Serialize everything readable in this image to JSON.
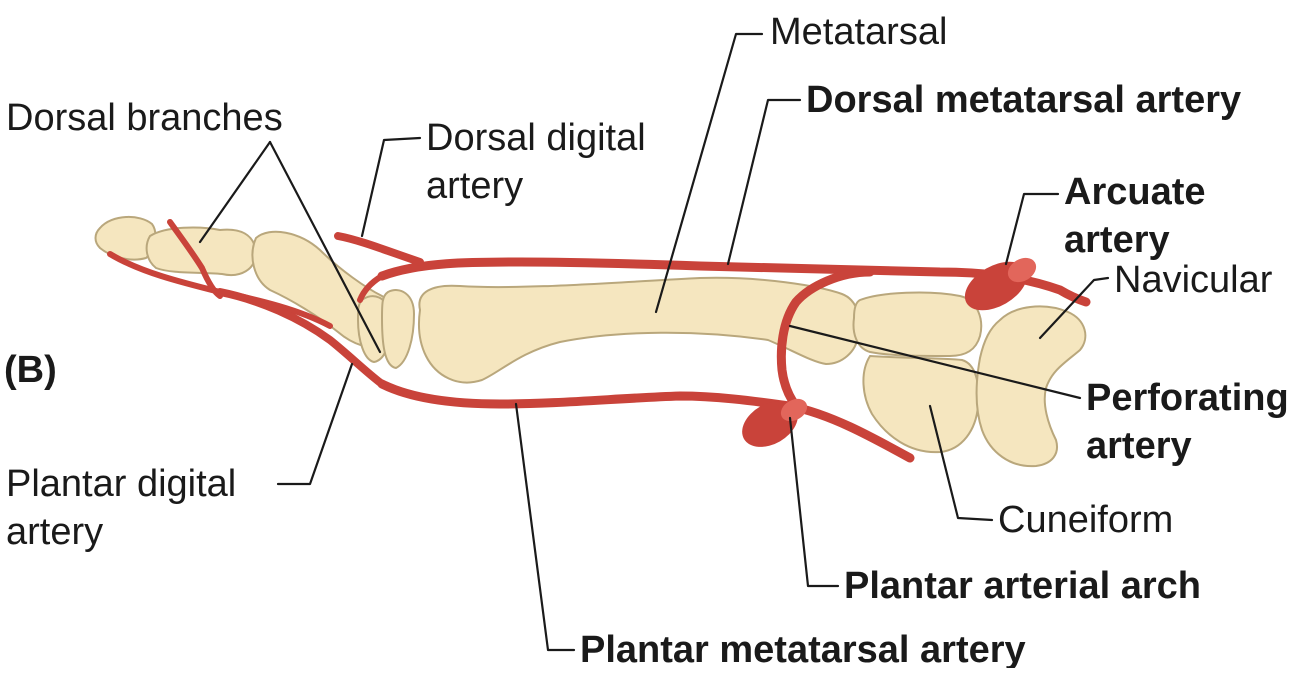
{
  "colors": {
    "bone_fill": "#f5e6bf",
    "bone_shade": "#e8d3a0",
    "bone_outline": "#b9a77c",
    "artery": "#c9433a",
    "artery_highlight": "#e2665b",
    "text": "#1a1a1a",
    "background": "#ffffff"
  },
  "panel_letter": "(B)",
  "labels": {
    "dorsal_branches": "Dorsal branches",
    "dorsal_digital_artery_l1": "Dorsal digital",
    "dorsal_digital_artery_l2": "artery",
    "metatarsal": "Metatarsal",
    "dorsal_metatarsal_artery": "Dorsal metatarsal artery",
    "arcuate_artery_l1": "Arcuate",
    "arcuate_artery_l2": "artery",
    "navicular": "Navicular",
    "perforating_artery_l1": "Perforating",
    "perforating_artery_l2": "artery",
    "cuneiform": "Cuneiform",
    "plantar_arterial_arch": "Plantar arterial arch",
    "plantar_metatarsal_artery": "Plantar metatarsal artery",
    "plantar_digital_artery_l1": "Plantar digital",
    "plantar_digital_artery_l2": "artery"
  }
}
